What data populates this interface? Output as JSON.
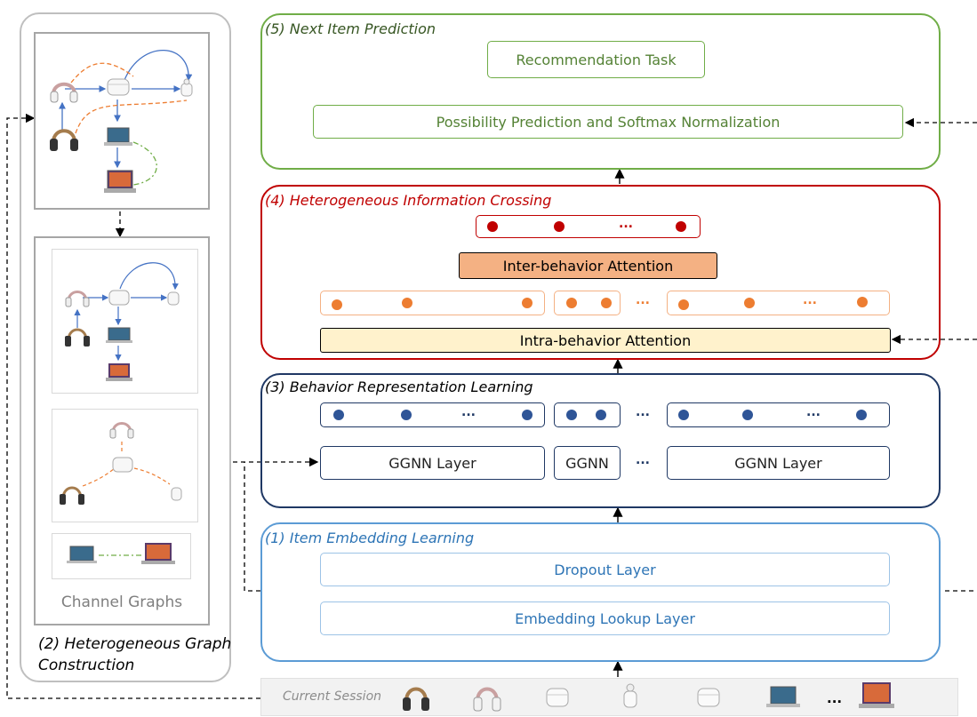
{
  "left_panel": {
    "title_line1": "(2) Heterogeneous Graph",
    "title_line2": "Construction",
    "channel_label": "Channel Graphs"
  },
  "block5": {
    "title": "(5) Next Item Prediction",
    "task": "Recommendation Task",
    "prediction": "Possibility Prediction and Softmax Normalization"
  },
  "block4": {
    "title": "(4) Heterogeneous Information Crossing",
    "inter": "Inter-behavior Attention",
    "intra": "Intra-behavior Attention",
    "ellipsis": "..."
  },
  "block3": {
    "title": "(3) Behavior Representation Learning",
    "ggnn_layer_1": "GGNN Layer",
    "ggnn_short": "GGNN",
    "ggnn_layer_2": "GGNN Layer",
    "ellipsis": "..."
  },
  "block1": {
    "title": "(1) Item Embedding Learning",
    "dropout": "Dropout Layer",
    "embedding": "Embedding Lookup Layer"
  },
  "session": {
    "label": "Current Session",
    "ellipsis": "...",
    "items": [
      "headphones-icon",
      "headphones-icon",
      "airpods-icon",
      "airpods-icon",
      "airpods-icon",
      "laptop-icon",
      "laptop-icon"
    ]
  },
  "colors": {
    "green": "#70ad47",
    "green_text": "#548235",
    "red": "#c00000",
    "orange": "#ed7d31",
    "navy": "#1f3864",
    "navy_dot": "#2f5597",
    "blue": "#5b9bd5",
    "blue_text": "#2e75b6",
    "gray": "#a6a6a6"
  }
}
